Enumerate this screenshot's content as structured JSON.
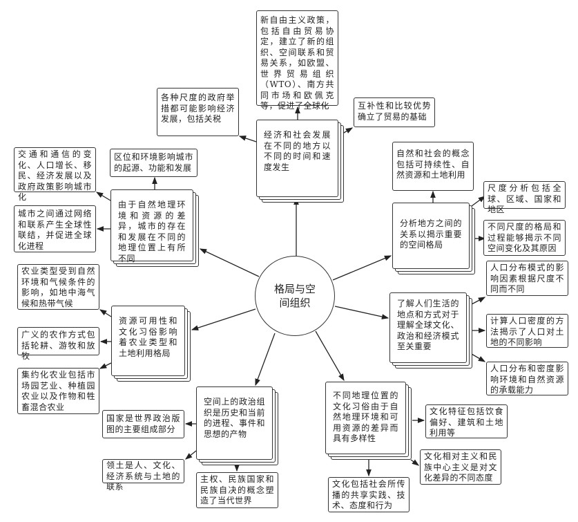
{
  "center": "格局与空间组织",
  "hubs": {
    "economy": "经济和社会发展在不同的地方以不同的时间和速度发生",
    "urban": "由于自然地理环境和资源的差异，城市的存在和发展在不同的地理位置上有所不同",
    "agriculture": "资源可用性和文化习俗影响着农业类型和土地利用格局",
    "political": "空间上的政治组织是历史和当前的进程、事件和思想的产物",
    "culture": "不同地理位置的文化习俗由于自然地理环境和可用资源的差异而具有多样性",
    "population": "了解人们生活的地点和方式对于理解全球文化、政治和经济模式至关重要",
    "analysis": "分析地方之间的关系以揭示重要的空间格局"
  },
  "leaves": {
    "neoliberal": "新自由主义政策，包括自由贸易协定，建立了新的组织、空间联系和贸易关系，如欧盟、世界贸易组织（WTO）、南方共同市场和欧佩克等，促进了全球化",
    "government": "各种尺度的政府举措都可能影响经济发展，包括关税",
    "trade": "互补性和比较优势确立了贸易的基础",
    "location": "区位和环境影响城市的起源、功能和发展",
    "transport": "交通和通信的变化、人口增长、移民、经济发展以及政府政策影响城市化",
    "network": "城市之间通过网络和联系产生全球性联结，并促进全球化进程",
    "agri_type": "农业类型受到自然环境和气候条件的影响，如地中海气候和热带气候",
    "extensive": "广义的农作方式包括轮耕、游牧和放牧",
    "intensive": "集约化农业包括市场园艺业、种植园农业以及作物和牲畜混合农业",
    "state": "国家是世界政治版图的主要组成部分",
    "territory": "领土是人、文化、经济系统与土地的联系",
    "sovereignty": "主权、民族国家和民族自决的概念塑造了当代世界",
    "concepts": "自然和社会的概念包括可持续性、自然资源和土地利用",
    "scale": "尺度分析包括全球、区域、国家和地区",
    "scale_patterns": "不同尺度的格局和过程能够揭示不同空间变化及其原因",
    "pop_factors": "人口分布模式的影响因素根据尺度不同而不同",
    "pop_density": "计算人口密度的方法揭示了人口对土地的不同影响",
    "carrying": "人口分布和密度影响环境和自然资源的承载能力",
    "cultural_traits": "文化特征包括饮食偏好、建筑和土地利用等",
    "relativism": "文化相对主义和民族中心主义是对文化差异的不同态度",
    "culture_def": "文化包括社会所传播的共享实践、技术、态度和行为"
  }
}
